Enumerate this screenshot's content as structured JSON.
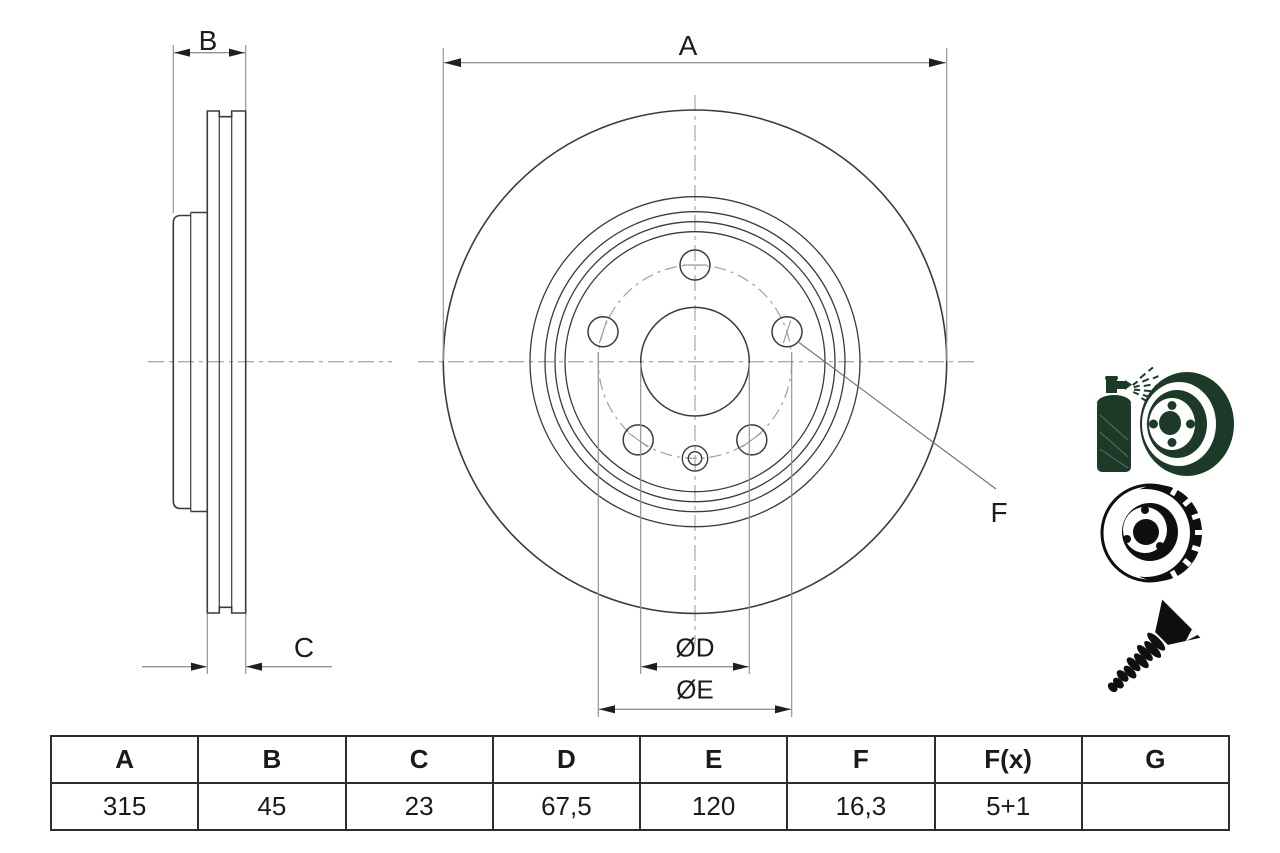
{
  "drawing": {
    "dim_a_label": "A",
    "dim_b_label": "B",
    "dim_c_label": "C",
    "dim_f_label": "F",
    "dia_d_label": "ØD",
    "dia_e_label": "ØE"
  },
  "table": {
    "headers": [
      "A",
      "B",
      "C",
      "D",
      "E",
      "F",
      "F(x)",
      "G"
    ],
    "values": [
      "315",
      "45",
      "23",
      "67,5",
      "120",
      "16,3",
      "5+1",
      ""
    ]
  },
  "icons": {
    "spray": "spray-can-brake-drum-icon",
    "disc": "vented-brake-disc-icon",
    "screw": "countersunk-screw-icon"
  },
  "colors": {
    "background": "#ffffff",
    "outline": "#3b3b3b",
    "dimension_line": "#949494",
    "centerline": "#aeaeae",
    "arrowhead": "#1f1f1f",
    "table_border": "#2d2d2d",
    "text": "#1a1a1a",
    "icon_green": "#1d3a29",
    "icon_black": "#0f0f0f"
  }
}
